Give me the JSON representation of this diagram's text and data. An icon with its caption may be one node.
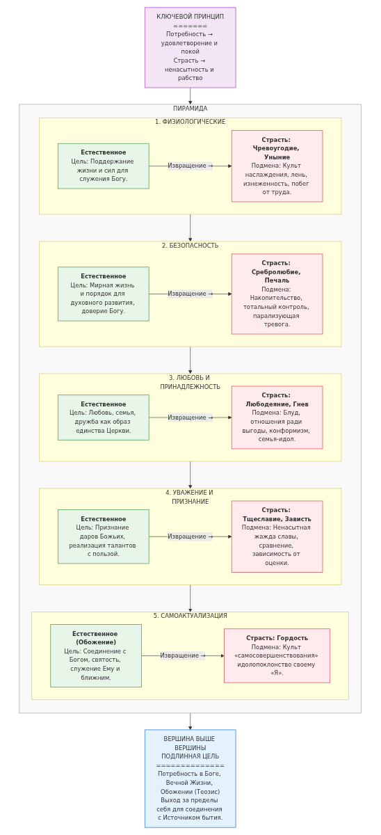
{
  "diagram": {
    "nodes": [
      {
        "text": [
          "КЛЮЧЕВОЙ ПРИНЦИП",
          "=======",
          "Потребность → удовлетворение и покой",
          "Страсть → ненасытность и рабство"
        ]
      },
      {
        "text": [
          "ПИРАМИДА"
        ]
      },
      {
        "text": [
          "1. ФИЗИОЛОГИЧЕСКИЕ"
        ],
        "in": 1
      },
      {
        "text": [
          "Естественное",
          "Цель: Поддержание жизни и сил для служения Богу."
        ],
        "in": 2
      },
      {
        "text": [
          "Страсть: Чревоугодие, Уныние",
          "Подмена: Культ наслаждения, лень, изнеженность, побег от труда."
        ],
        "in": 2
      },
      {
        "text": [
          "2. БЕЗОПАСНОСТЬ"
        ],
        "in": 1
      },
      {
        "text": [
          "Естественное",
          "Цель: Мирная жизнь и порядок для духовного развития, доверие Богу."
        ],
        "in": 5
      },
      {
        "text": [
          "Страсть: Сребролюбие, Печаль",
          "Подмена: Накопительство, тотальный контроль, парализующая тревога."
        ],
        "in": 5
      },
      {
        "text": [
          "3. ЛЮБОВЬ И ПРИНАДЛЕЖНОСТЬ"
        ],
        "in": 1
      },
      {
        "text": [
          "Естественное",
          "Цель: Любовь, семья, дружба как образ единства Церкви."
        ],
        "in": 8
      },
      {
        "text": [
          "Страсть: Любодеяние, Гнев",
          "Подмена: Блуд, отношения ради выгоды, конформизм, семья-идол."
        ],
        "in": 8
      },
      {
        "text": [
          "4. УВАЖЕНИЕ И ПРИЗНАНИЕ"
        ],
        "in": 1
      },
      {
        "text": [
          "Естественное",
          "Цель: Признание даров Божьих, реализация талантов с пользой."
        ],
        "in": 11
      },
      {
        "text": [
          "Страсть: Тщеславие, Зависть",
          "Подмена: Ненасытная жажда славы, сравнение, зависимость от оценки."
        ],
        "in": 11
      },
      {
        "text": [
          "5. САМОАКТУАЛИЗАЦИЯ"
        ],
        "in": 1
      },
      {
        "text": [
          "Естественное (Обожение)",
          "Цель: Соединение с Богом, святость, служение Ему и ближним."
        ],
        "in": 14
      },
      {
        "text": [
          "Страсть: Гордость",
          "Подмена: Культ «самосовершенствования» идолопоклонство своему «Я»."
        ],
        "in": 14
      },
      {
        "text": [
          "ВЕРШИНА ВЫШЕ ВЕРШИНЫ",
          "ПОДЛИННАЯ ЦЕЛЬ",
          "==============",
          "Потребность в Боге, Вечной Жизни, Обожении (Теозис)",
          "Выход за пределы себя для соединения с Источником бытия."
        ]
      }
    ],
    "edges": [
      {
        "from": 0,
        "to": 1,
        "arrow": "to"
      },
      {
        "from": 3,
        "to": 4,
        "arrow": "to",
        "label": "Извращение →"
      },
      {
        "from": 2,
        "to": 5,
        "arrow": "to"
      },
      {
        "from": 6,
        "to": 7,
        "arrow": "to",
        "label": "Извращение →"
      },
      {
        "from": 5,
        "to": 8,
        "arrow": "to"
      },
      {
        "from": 9,
        "to": 10,
        "arrow": "to",
        "label": "Извращение →"
      },
      {
        "from": 8,
        "to": 11,
        "arrow": "to"
      },
      {
        "from": 12,
        "to": 13,
        "arrow": "to",
        "label": "Извращение →"
      },
      {
        "from": 11,
        "to": 14,
        "arrow": "to"
      },
      {
        "from": 15,
        "to": 16,
        "arrow": "to",
        "label": "Извращение →"
      },
      {
        "from": 1,
        "to": 17,
        "arrow": "to"
      }
    ]
  }
}
